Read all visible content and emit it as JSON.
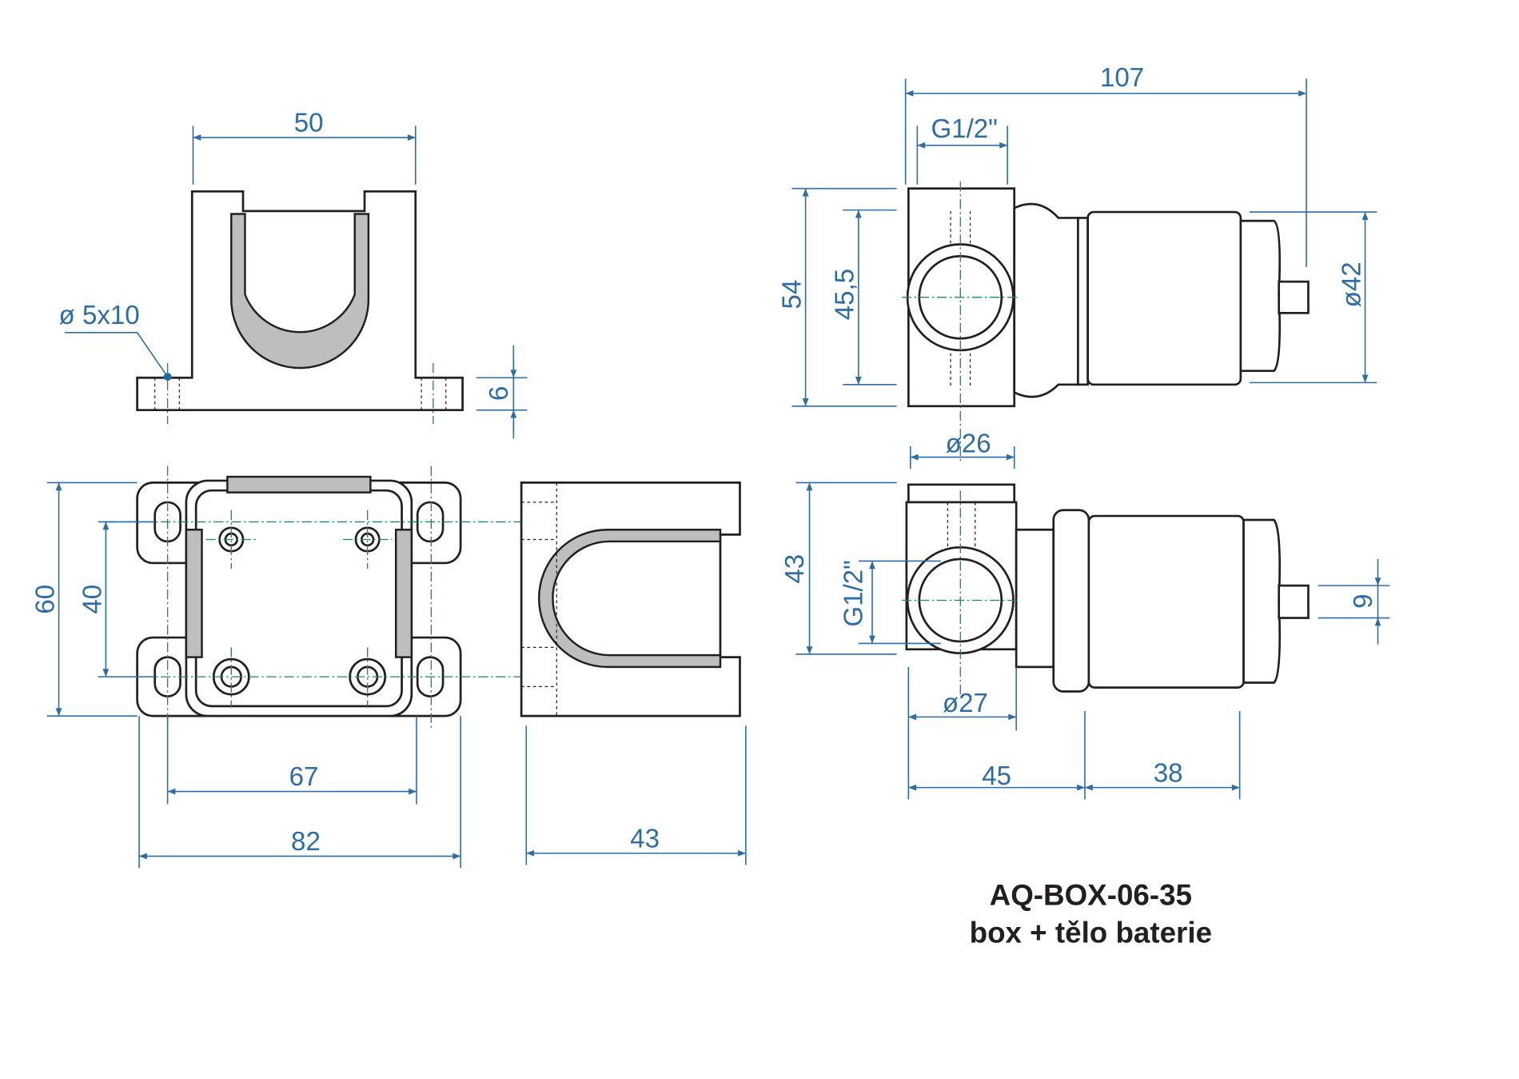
{
  "title": {
    "code": "AQ-BOX-06-35",
    "subtitle": "box + tělo baterie"
  },
  "colors": {
    "dimension": "#2e6da4",
    "centerline": "#1a8a6a",
    "outline": "#231f20",
    "fill": "#bcbec0"
  },
  "box_front": {
    "width": "50",
    "hole": "ø 5x10",
    "flange": "6"
  },
  "box_top": {
    "height_outer": "60",
    "height_inner": "40",
    "width_inner": "67",
    "width_outer": "82"
  },
  "box_side": {
    "depth": "43"
  },
  "valve_front": {
    "length": "107",
    "thread": "G1/2\"",
    "height": "54",
    "inner_height": "45,5",
    "diameter": "ø42",
    "body_diameter": "ø26"
  },
  "valve_side": {
    "height": "43",
    "thread": "G1/2\"",
    "spindle": "9",
    "diameter": "ø27",
    "len_a": "45",
    "len_b": "38"
  }
}
